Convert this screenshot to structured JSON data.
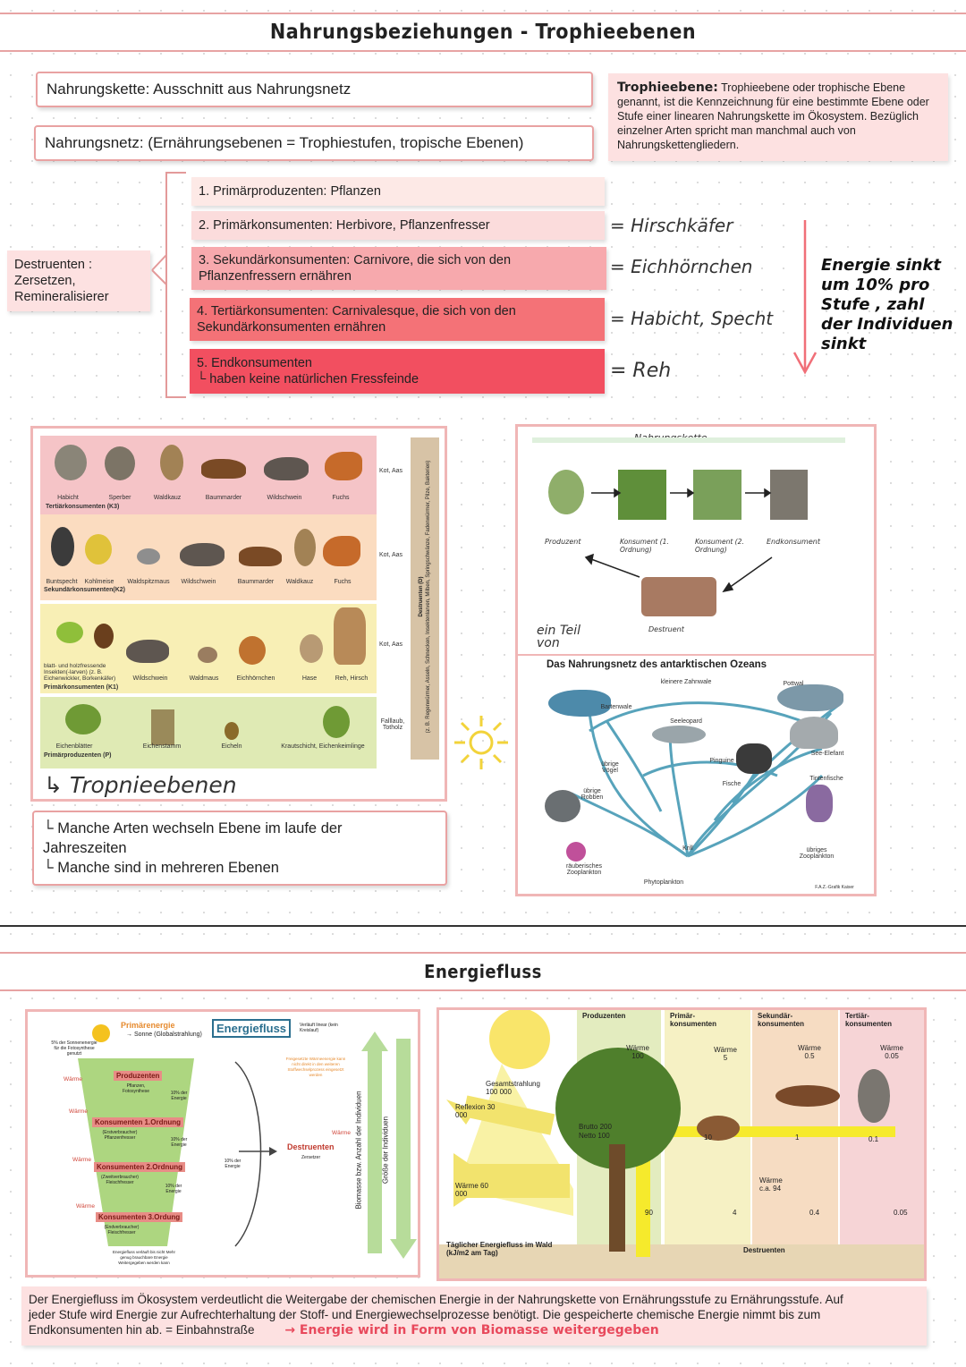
{
  "header": {
    "title": "Nahrungsbeziehungen - Trophieebenen"
  },
  "intro": {
    "food_chain": "Nahrungskette: Ausschnitt aus Nahrungsnetz",
    "food_web": "Nahrungsnetz: (Ernährungsebenen = Trophiestufen, tropische Ebenen)"
  },
  "definition": {
    "term": "Trophieebene:",
    "text": "Trophieebene oder trophische Ebene genannt, ist die Kennzeichnung für eine bestimmte Ebene oder Stufe einer linearen Nahrungskette im Ökosystem. Bezüglich einzelner Arten spricht man manchmal auch von Nahrungskettengliedern."
  },
  "destruents": {
    "line1": "Destruenten :",
    "line2": "Zersetzen,",
    "line3": "Remineralisierer"
  },
  "levels": [
    {
      "line1": "1. Primärproduzenten: Pflanzen",
      "line2": "",
      "note": "",
      "color": "#fde9e6"
    },
    {
      "line1": "2. Primärkonsumenten: Herbivore, Pflanzenfresser",
      "line2": "",
      "note": "= Hirschkäfer",
      "color": "#fbdcdc"
    },
    {
      "line1": "3. Sekundärkonsumenten: Carnivore, die sich von den",
      "line2": "Pflanzenfressern ernähren",
      "note": "= Eichhörnchen",
      "color": "#f7a9ad"
    },
    {
      "line1": "4. Tertiärkonsumenten: Carnivalesque, die sich von den",
      "line2": "Sekundärkonsumenten ernähren",
      "note": "= Habicht, Specht",
      "color": "#f47277"
    },
    {
      "line1": "5. Endkonsumenten",
      "line2": "└ haben keine natürlichen Fressfeinde",
      "note": "= Reh",
      "color": "#f24f60"
    }
  ],
  "energy_note": {
    "line1": "Energie sinkt",
    "line2": "um 10% pro",
    "line3": "Stufe , zahl",
    "line4": "der Individuen",
    "line5": "sinkt"
  },
  "trophic_figure": {
    "rows": [
      {
        "names": [
          "Habicht",
          "Sperber",
          "Waldkauz",
          "Baummarder",
          "Wildschwein",
          "Fuchs"
        ],
        "level": "Tertiärkonsumenten (K3)",
        "side": "Kot, Aas",
        "color": "#f5c4c7"
      },
      {
        "names": [
          "Buntspecht",
          "Kohlmeise",
          "Waldspitzmaus",
          "Wildschwein",
          "Baummarder",
          "Waldkauz",
          "Fuchs"
        ],
        "level": "Sekundärkonsumenten(K2)",
        "side": "Kot, Aas",
        "color": "#fbdcc0"
      },
      {
        "names": [
          "blatt- und holzfressende Insekten(-larven) (z. B. Eichenwickler, Borkenkäfer)",
          "Wildschwein",
          "Waldmaus",
          "Eichhörnchen",
          "Hase",
          "Reh, Hirsch"
        ],
        "level": "Primärkonsumenten (K1)",
        "side": "Kot, Aas",
        "color": "#f8efb5"
      },
      {
        "names": [
          "Eichenblätter",
          "Eichenstamm",
          "Eicheln",
          "Krautschicht, Eichenkeimlinge"
        ],
        "level": "Primärproduzenten (P)",
        "side": "Falllaub, Totholz",
        "color": "#dfeab4"
      }
    ],
    "destruents_bar": "Destruenten (D)",
    "destruents_detail": "(z. B. Regenwürmer, Asseln, Schnecken, Insektenlarven, Milben, Springschwänze, Fadenwürmer, Pilze, Bakterien)",
    "caption": "↳ Tropnieebenen"
  },
  "notes": {
    "line1": "└ Manche Arten wechseln Ebene im laufe der",
    "line2": "Jahreszeiten",
    "line3": "└ Manche sind in mehreren Ebenen"
  },
  "chain_figure": {
    "title": "Nahrungskette",
    "labels": [
      "Produzent",
      "Konsument (1. Ordnung)",
      "Konsument (2. Ordnung)",
      "Endkonsument"
    ],
    "destruent": "Destruent",
    "side_note": "ein Teil von"
  },
  "ocean_figure": {
    "title": "Das Nahrungsnetz des antarktischen Ozeans",
    "labels": [
      "kleinere Zahnwale",
      "Pottwal",
      "Bartenwale",
      "Seeleopard",
      "See-Elefant",
      "übrige Vögel",
      "Pinguine",
      "Fische",
      "Tintenfische",
      "übrige Robben",
      "Krill",
      "übriges Zooplankton",
      "räuberisches Zooplankton",
      "Phytoplankton"
    ],
    "credit": "F.A.Z.-Grafik Kaiser"
  },
  "section2": {
    "title": "Energiefluss"
  },
  "pyramid": {
    "title": "Energiefluss",
    "subtitle": "Verläuft linear (kein Kreislauf)",
    "sun_label": "Primärenergie",
    "sun_sub": "→ Sonne (Globalstrahlung)",
    "side_note": "5% der Sonnenenergie für die Fotosynthese genutzt",
    "heat": "Wärme",
    "levels": [
      "Produzenten",
      "Konsumenten 1.Ordnung",
      "Konsumenten 2.Ordnung",
      "Konsumenten 3.Ordung"
    ],
    "level_subs": [
      "Pflanzen, Fotosynthese",
      "(Erstverbraucher) Pflanzenfresser",
      "(Zweitverbraucher) Fleischfresser",
      "(Endverbraucher) Fleischfresser"
    ],
    "percent": "10% der Energie",
    "heat_note": "Freigesetzte Wärmeenergie kann nicht direkt in den weiteren Stoffwechselprozess eingesetzt werden",
    "destruents": "Destruenten",
    "destruents_sub": "Zersetzer",
    "bottom_note": "Energiefluss verläuft bis nicht Mehr genug brauchbare Energie Weitergegeben werden kann",
    "arrow1": "Biomasse bzw. Anzahl der Individuen",
    "arrow2": "Größe der Individuen"
  },
  "forest_figure": {
    "columns": [
      "Produzenten",
      "Primär-konsumenten",
      "Sekundär-konsumenten",
      "Tertiär-konsumenten"
    ],
    "total": "Gesamtstrahlung 100 000",
    "reflection": "Reflexion 30 000",
    "heat_left": "Wärme 60 000",
    "brutto": "Brutto 200",
    "netto": "Netto 100",
    "heat_values": [
      "Wärme 100",
      "Wärme 5",
      "Wärme 0.5",
      "Wärme 0.05"
    ],
    "flow_values": [
      "10",
      "1",
      "0.1"
    ],
    "heat_low": "Wärme c.a. 94",
    "bottom_values": [
      "90",
      "4",
      "0.4",
      "0.05"
    ],
    "destruents": "Destruenten",
    "footer": "Täglicher Energiefluss im Wald (kJ/m2 am Tag)"
  },
  "summary": {
    "line1": "Der Energiefluss im Ökosystem verdeutlicht die Weitergabe der chemischen Energie in der Nahrungskette von Ernährungsstufe zu Ernährungsstufe. Auf",
    "line2": "jeder Stufe wird Energie zur Aufrechterhaltung der Stoff- und Energiewechselprozesse benötigt. Die gespeicherte chemische Energie nimmt bis zum",
    "line3": "Endkonsumenten hin ab. = Einbahnstraße",
    "highlight": "→ Energie wird in Form von Biomasse weitergegeben"
  }
}
